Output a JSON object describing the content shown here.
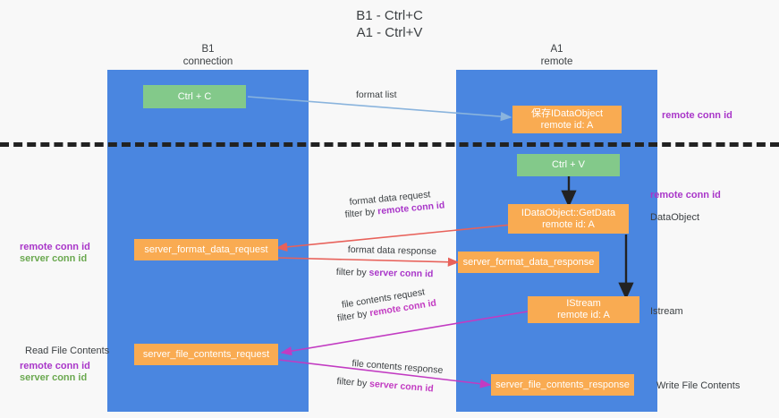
{
  "title": "B1 - Ctrl+C\nA1 - Ctrl+V",
  "lanes": [
    {
      "name": "b1",
      "header": "B1\nconnection"
    },
    {
      "name": "a1",
      "header": "A1\nremote"
    }
  ],
  "boxes": {
    "ctrl_c": {
      "line1": "Ctrl + C",
      "line2": "",
      "color": "#83c98a"
    },
    "save_idataobject": {
      "line1": "保存IDataObject",
      "line2": "remote id: A",
      "color": "#f9ab52"
    },
    "ctrl_v": {
      "line1": "Ctrl + V",
      "line2": "",
      "color": "#83c98a"
    },
    "getdata": {
      "line1": "IDataObject::GetData",
      "line2": "remote id: A",
      "color": "#f9ab52"
    },
    "server_format_data_request": {
      "line1": "server_format_data_request",
      "line2": "",
      "color": "#f9ab52"
    },
    "server_format_data_response": {
      "line1": "server_format_data_response",
      "line2": "",
      "color": "#f9ab52"
    },
    "istream": {
      "line1": "IStream",
      "line2": "remote id: A",
      "color": "#f9ab52"
    },
    "server_file_contents_request": {
      "line1": "server_file_contents_request",
      "line2": "",
      "color": "#f9ab52"
    },
    "server_file_contents_response": {
      "line1": "server_file_contents_response",
      "line2": "",
      "color": "#f9ab52"
    }
  },
  "wire_labels": {
    "format_list": "format list",
    "format_data_request": "format data request",
    "format_data_request_filter_prefix": "filter by ",
    "format_data_request_filter_key": "remote conn id",
    "format_data_response": "format data response",
    "format_data_response_filter_prefix": "filter by ",
    "format_data_response_filter_key": "server conn id",
    "file_contents_request": "file contents request",
    "file_contents_request_filter_prefix": "filter by ",
    "file_contents_request_filter_key": "remote conn id",
    "file_contents_response": "file contents response",
    "file_contents_response_filter_prefix": "filter by ",
    "file_contents_response_filter_key": "server conn id"
  },
  "side_labels": {
    "right_remote_conn_id_top": "remote conn id",
    "right_remote_conn_id_mid": "remote conn id",
    "right_dataobject": "DataObject",
    "right_istream": "Istream",
    "right_write_file_contents": "Write File Contents",
    "left_remote_conn_id": "remote conn id",
    "left_server_conn_id": "server conn id",
    "left_read_file_contents": "Read File Contents",
    "left_remote_conn_id_2": "remote conn id",
    "left_server_conn_id_2": "server conn id"
  },
  "colors": {
    "lane": "#4a86e0",
    "green_box": "#83c98a",
    "orange_box": "#f9ab52",
    "purple_text": "#a936c9",
    "green_text": "#6aa84f",
    "arrow_blue": "#8ab4dd",
    "arrow_red": "#e8615a",
    "arrow_magenta": "#c23bc2",
    "arrow_black": "#222222",
    "background": "#f8f8f8"
  }
}
